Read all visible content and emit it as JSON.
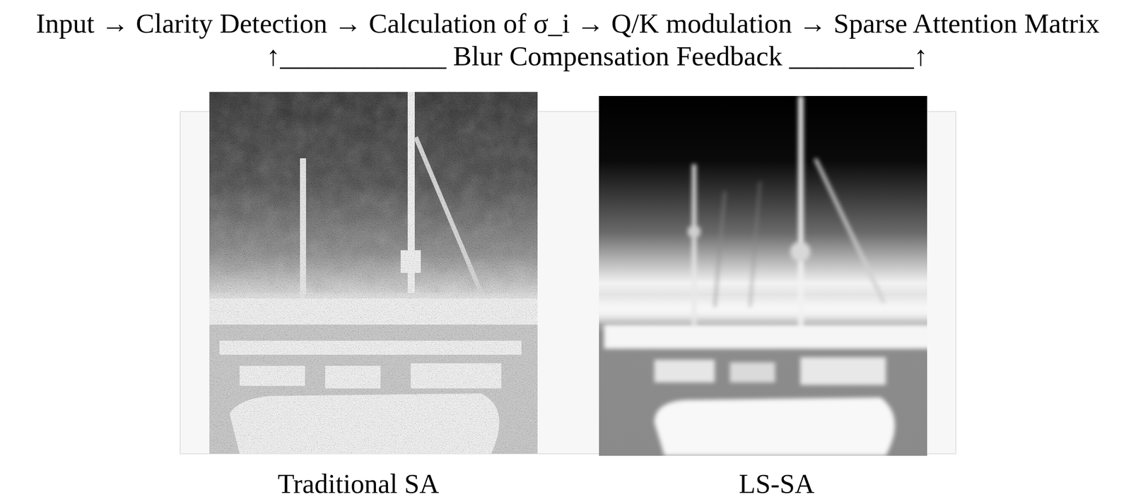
{
  "diagram": {
    "labels": [
      "Input → Clarity Detection → Calculation of σ_i → Q/K modulation → Sparse Attention Matrix",
      "↑____________ Blur Compensation Feedback _________↑",
      "Traditional SA",
      "LS-SA"
    ]
  }
}
